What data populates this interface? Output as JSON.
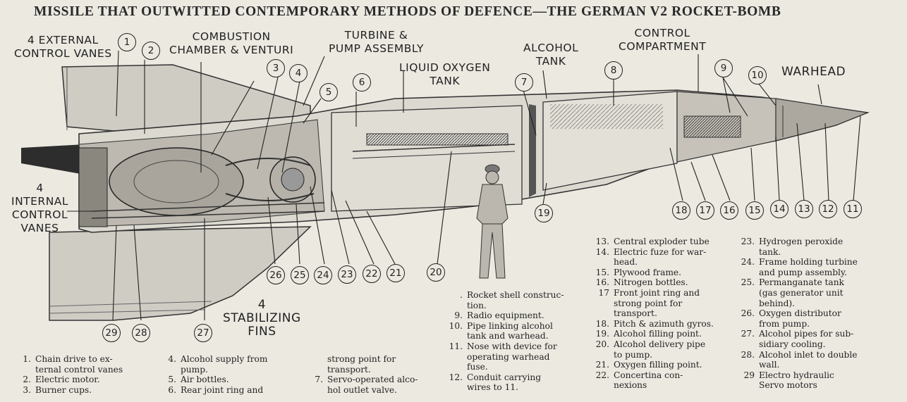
{
  "title": "MISSILE THAT OUTWITTED CONTEMPORARY METHODS OF DEFENCE—THE GERMAN V2 ROCKET-BOMB",
  "labels": {
    "external_vanes": [
      "4 EXTERNAL",
      "CONTROL VANES"
    ],
    "combustion": [
      "COMBUSTION",
      "CHAMBER & VENTURI"
    ],
    "turbine": [
      "TURBINE &",
      "PUMP ASSEMBLY"
    ],
    "lox": [
      "LIQUID OXYGEN",
      "TANK"
    ],
    "alcohol": [
      "ALCOHOL",
      "TANK"
    ],
    "control": [
      "CONTROL",
      "COMPARTMENT"
    ],
    "warhead": [
      "WARHEAD"
    ],
    "internal_vanes": [
      "4",
      "INTERNAL",
      "CONTROL",
      "VANES"
    ],
    "fins": [
      "4",
      "STABILIZING",
      "FINS"
    ]
  },
  "numbers": [
    "1",
    "2",
    "3",
    "4",
    "5",
    "6",
    "7",
    "8",
    "9",
    "10",
    "11",
    "12",
    "13",
    "14",
    "15",
    "16",
    "17",
    "18",
    "19",
    "20",
    "21",
    "22",
    "23",
    "24",
    "25",
    "26",
    "27",
    "28",
    "29"
  ],
  "legend": {
    "col1": [
      {
        "n": "1.",
        "t": "Chain drive to ex-"
      },
      {
        "n": "",
        "t": "ternal control vanes"
      },
      {
        "n": "2.",
        "t": "Electric motor."
      },
      {
        "n": "3.",
        "t": "Burner cups."
      }
    ],
    "col2": [
      {
        "n": "4.",
        "t": "Alcohol supply from"
      },
      {
        "n": "",
        "t": "pump."
      },
      {
        "n": "5.",
        "t": "Air bottles."
      },
      {
        "n": "6.",
        "t": "Rear joint ring and"
      }
    ],
    "col3": [
      {
        "n": "",
        "t": "strong point for"
      },
      {
        "n": "",
        "t": "transport."
      },
      {
        "n": "7.",
        "t": "Servo-operated alco-"
      },
      {
        "n": "",
        "t": "hol outlet valve."
      }
    ],
    "col4": [
      {
        "n": ".",
        "t": "Rocket shell construc-"
      },
      {
        "n": "",
        "t": "tion."
      },
      {
        "n": "9.",
        "t": "Radio equipment."
      },
      {
        "n": "10.",
        "t": "Pipe linking alcohol"
      },
      {
        "n": "",
        "t": "tank and warhead."
      },
      {
        "n": "11.",
        "t": "Nose with device for"
      },
      {
        "n": "",
        "t": "operating warhead"
      },
      {
        "n": "",
        "t": "fuse."
      },
      {
        "n": "12.",
        "t": "Conduit carrying"
      },
      {
        "n": "",
        "t": "wires to 11."
      }
    ],
    "col5": [
      {
        "n": "13.",
        "t": "Central exploder tube"
      },
      {
        "n": "14.",
        "t": "Electric fuze for war-"
      },
      {
        "n": "",
        "t": "head."
      },
      {
        "n": "15.",
        "t": "Plywood frame."
      },
      {
        "n": "16.",
        "t": "Nitrogen bottles."
      },
      {
        "n": "17",
        "t": "Front joint ring and"
      },
      {
        "n": "",
        "t": "strong point for"
      },
      {
        "n": "",
        "t": "transport."
      },
      {
        "n": "18.",
        "t": "Pitch & azimuth gyros."
      },
      {
        "n": "19.",
        "t": "Alcohol filling point."
      },
      {
        "n": "20.",
        "t": "Alcohol delivery pipe"
      },
      {
        "n": "",
        "t": "to pump."
      },
      {
        "n": "21.",
        "t": "Oxygen filling point."
      },
      {
        "n": "22.",
        "t": "Concertina con-"
      },
      {
        "n": "",
        "t": "nexions"
      }
    ],
    "col6": [
      {
        "n": "23.",
        "t": "Hydrogen peroxide"
      },
      {
        "n": "",
        "t": "tank."
      },
      {
        "n": "24.",
        "t": "Frame holding turbine"
      },
      {
        "n": "",
        "t": "and pump assembly."
      },
      {
        "n": "25.",
        "t": "Permanganate tank"
      },
      {
        "n": "",
        "t": "(gas generator unit"
      },
      {
        "n": "",
        "t": "behind)."
      },
      {
        "n": "26.",
        "t": "Oxygen distributor"
      },
      {
        "n": "",
        "t": "from pump."
      },
      {
        "n": "27.",
        "t": "Alcohol pipes for sub-"
      },
      {
        "n": "",
        "t": "sidiary cooling."
      },
      {
        "n": "28.",
        "t": "Alcohol inlet to double"
      },
      {
        "n": "",
        "t": "wall."
      },
      {
        "n": "29",
        "t": "Electro hydraulic"
      },
      {
        "n": "",
        "t": "Servo motors"
      }
    ]
  }
}
